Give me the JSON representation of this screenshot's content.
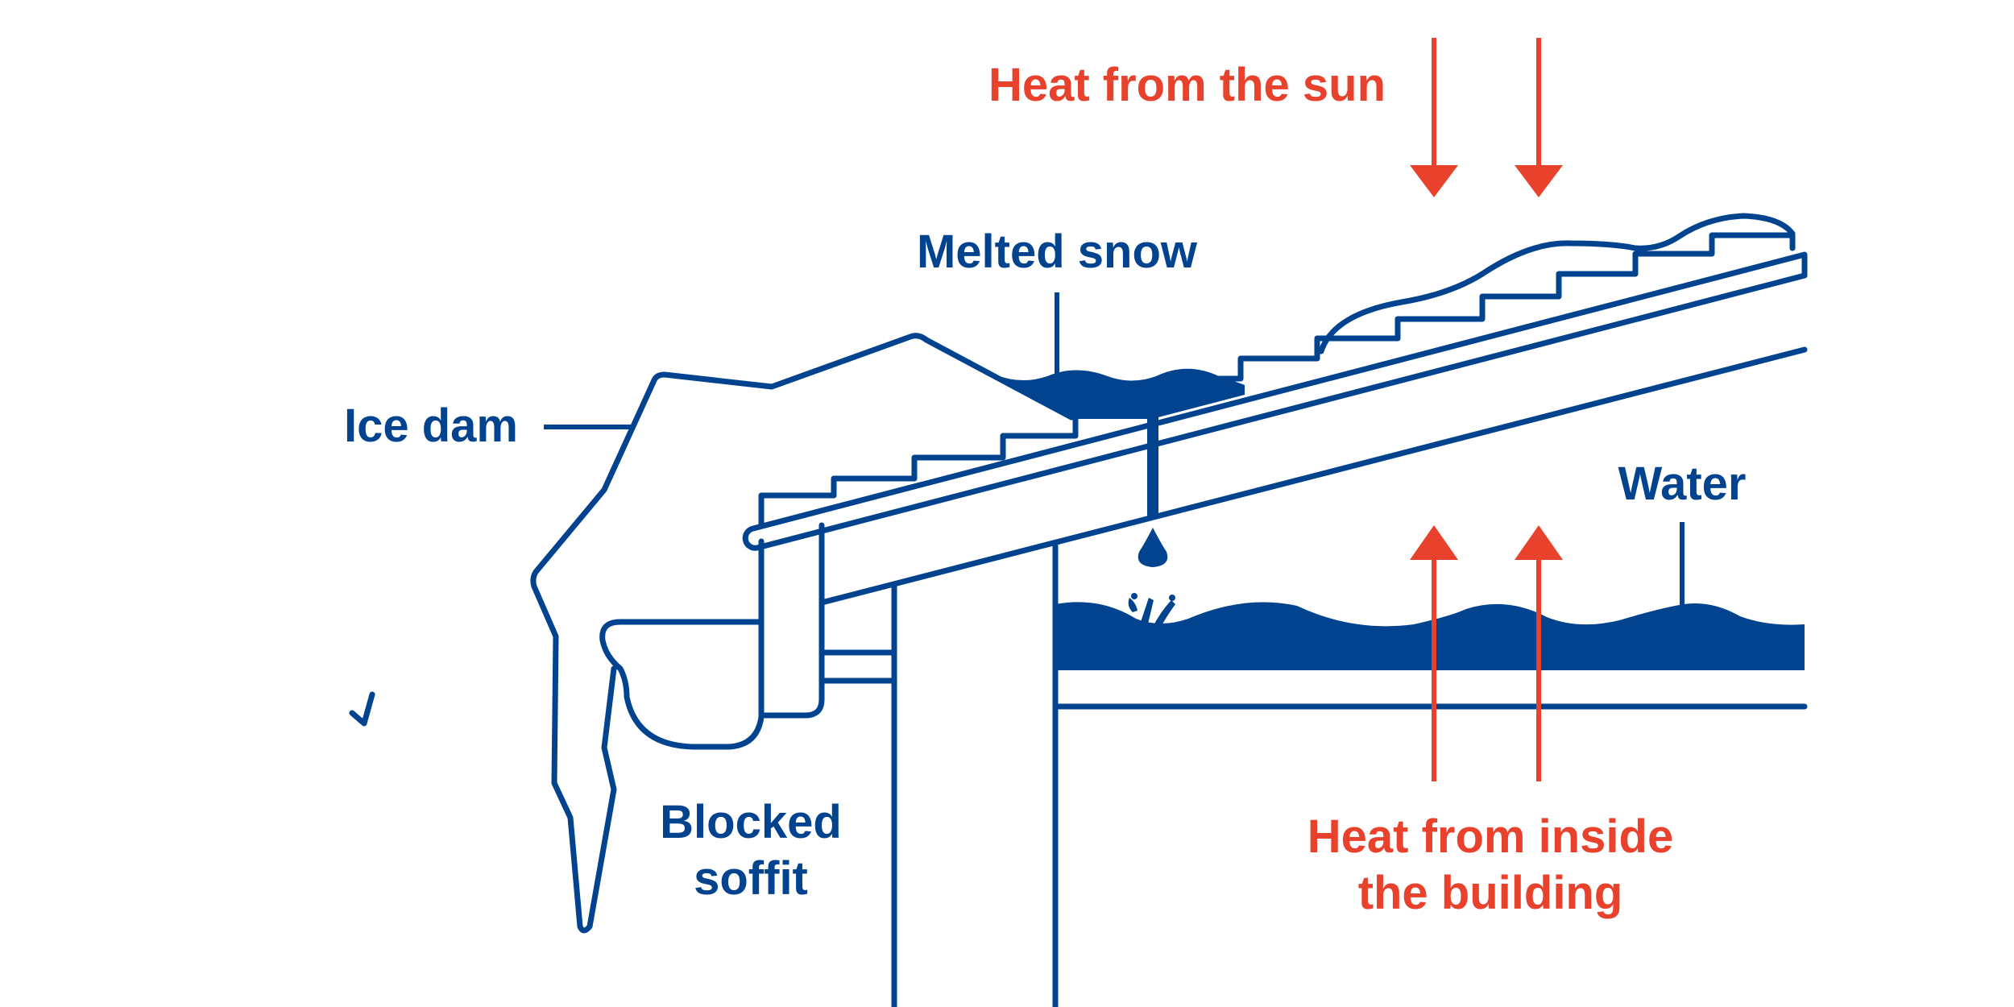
{
  "colors": {
    "blue": "#01438F",
    "red": "#E8412C",
    "background": "#FFFFFF"
  },
  "labels": {
    "heat_sun": "Heat from the sun",
    "melted_snow": "Melted snow",
    "ice_dam": "Ice dam",
    "water": "Water",
    "blocked_soffit_line1": "Blocked",
    "blocked_soffit_line2": "soffit",
    "heat_inside_line1": "Heat from inside",
    "heat_inside_line2": "the building"
  },
  "arrows": {
    "sun": {
      "direction": "down",
      "count": 2
    },
    "inside": {
      "direction": "up",
      "count": 2
    }
  }
}
